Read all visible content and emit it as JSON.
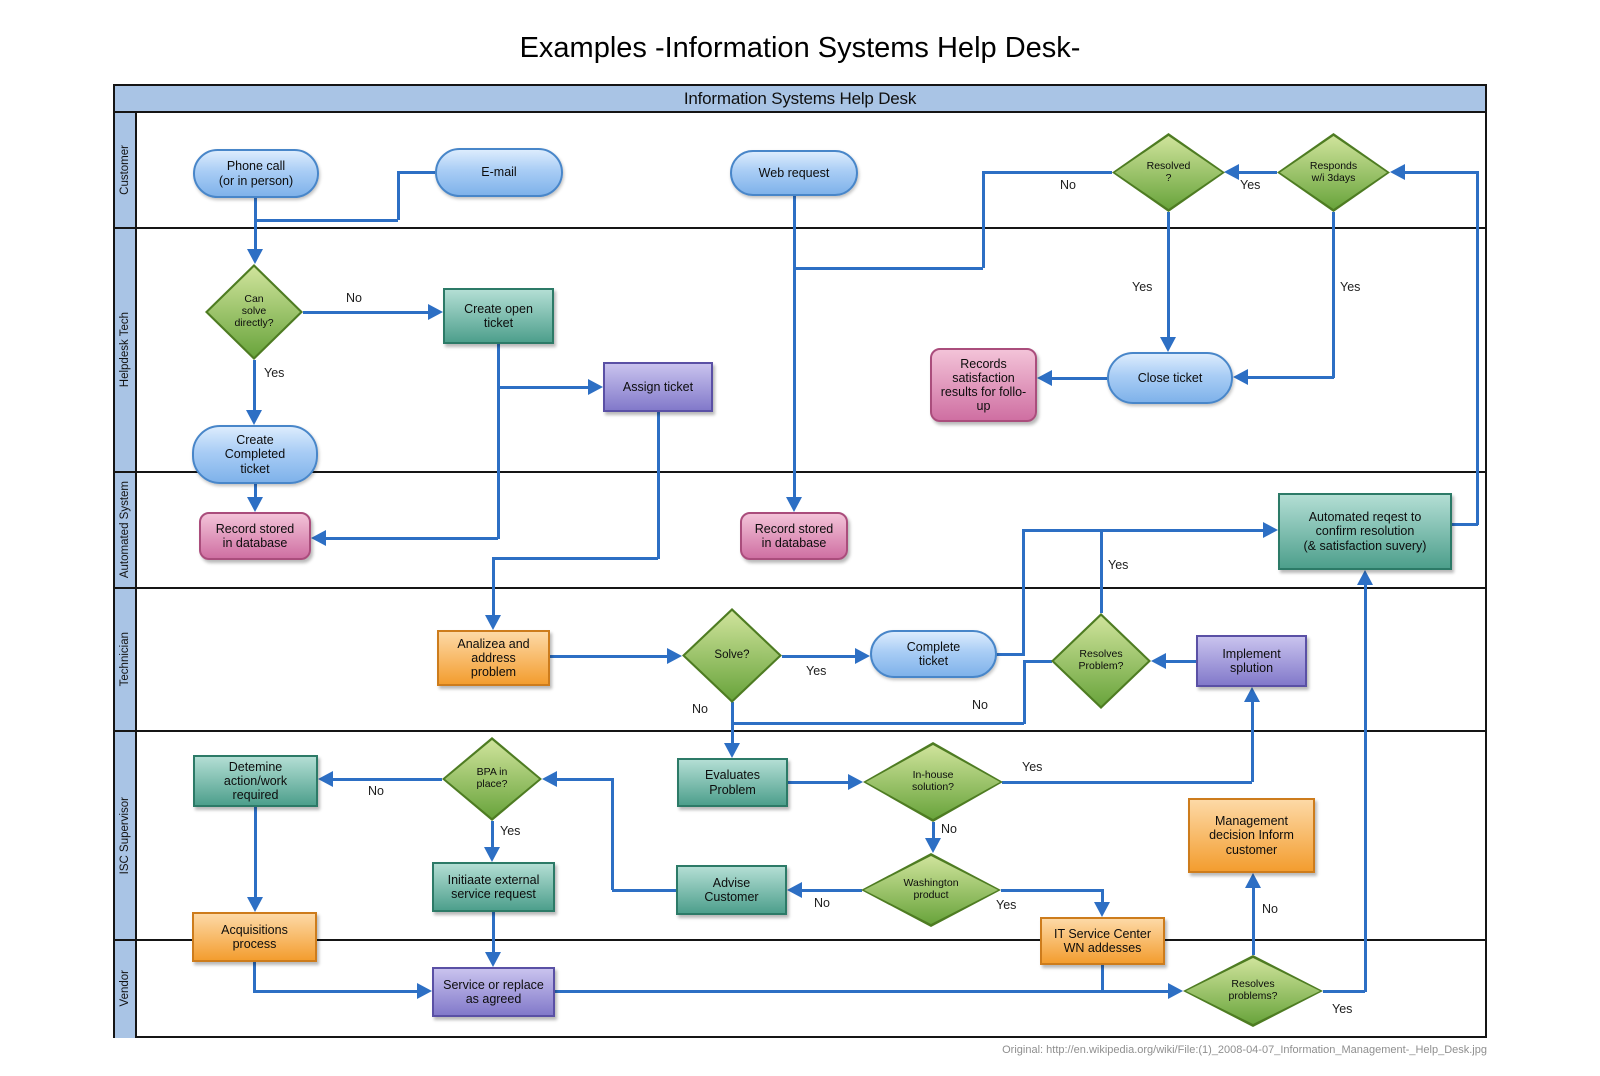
{
  "page": {
    "title": "Examples -Information Systems Help Desk-",
    "header": "Information Systems Help Desk",
    "caption": "Original: http://en.wikipedia.org/wiki/File:(1)_2008-04-07_Information_Management-_Help_Desk.jpg"
  },
  "colors": {
    "connector": "#2d6fc4",
    "header_bg": "#a9c4e5",
    "terminator_top": "#dcecfd",
    "terminator_bottom": "#7fb2ea",
    "terminator_border": "#4886c9",
    "decision_top": "#cfe39b",
    "decision_bottom": "#69a43c",
    "decision_border": "#4e7c22",
    "teal_top": "#b3ded4",
    "teal_bottom": "#4d9f8c",
    "teal_border": "#2c7a67",
    "purple_top": "#c9c3ee",
    "purple_bottom": "#8279ca",
    "purple_border": "#5a50a5",
    "pink_top": "#f3c3d8",
    "pink_bottom": "#cf6fa2",
    "pink_border": "#aa4d7c",
    "orange_top": "#fdd9a6",
    "orange_bottom": "#f39d2f",
    "orange_border": "#cd7c1c"
  },
  "lanes": [
    {
      "label": "Customer"
    },
    {
      "label": "Helpdesk Tech"
    },
    {
      "label": "Automated System"
    },
    {
      "label": "Technician"
    },
    {
      "label": "ISC Supervisor"
    },
    {
      "label": "Vendor"
    }
  ],
  "labels": {
    "yes": "Yes",
    "no": "No"
  },
  "nodes": {
    "phone_call": {
      "label": "Phone call\n(or in person)"
    },
    "email": {
      "label": "E-mail"
    },
    "web_request": {
      "label": "Web request"
    },
    "resolved": {
      "label": "Resolved\n?"
    },
    "responds": {
      "label": "Responds\nw/i 3days"
    },
    "can_solve": {
      "label": "Can\nsolve\ndirectly?"
    },
    "create_open_ticket": {
      "label": "Create open\nticket"
    },
    "assign_ticket": {
      "label": "Assign ticket"
    },
    "create_completed_ticket": {
      "label": "Create\nCompleted\nticket"
    },
    "records_satisfaction": {
      "label": "Records\nsatisfaction\nresults for follo-\nup"
    },
    "close_ticket": {
      "label": "Close ticket"
    },
    "record_db_1": {
      "label": "Record stored\nin database"
    },
    "record_db_2": {
      "label": "Record stored\nin database"
    },
    "automated_request": {
      "label": "Automated reqest to\nconfirm resolution\n(& satisfaction suvery)"
    },
    "analizea": {
      "label": "Analizea and\naddress\nproblem"
    },
    "solve": {
      "label": "Solve?"
    },
    "complete_ticket": {
      "label": "Complete\nticket"
    },
    "resolves_problem": {
      "label": "Resolves\nProblem?"
    },
    "implement": {
      "label": "Implement\nsplution"
    },
    "detemine": {
      "label": "Detemine\naction/work\nrequired"
    },
    "bpa": {
      "label": "BPA in\nplace?"
    },
    "evaluates": {
      "label": "Evaluates\nProblem"
    },
    "inhouse": {
      "label": "In-house\nsolution?"
    },
    "initiaate": {
      "label": "Initiaate external\nservice request"
    },
    "advise": {
      "label": "Advise\nCustomer"
    },
    "washington": {
      "label": "Washington\nproduct"
    },
    "management": {
      "label": "Management\ndecision Inform\ncustomer"
    },
    "it_service": {
      "label": "IT Service Center\nWN addesses"
    },
    "acquisitions": {
      "label": "Acquisitions\nprocess"
    },
    "service_replace": {
      "label": "Service or replace\nas agreed"
    },
    "resolves_problems": {
      "label": "Resolves\nproblems?"
    }
  }
}
